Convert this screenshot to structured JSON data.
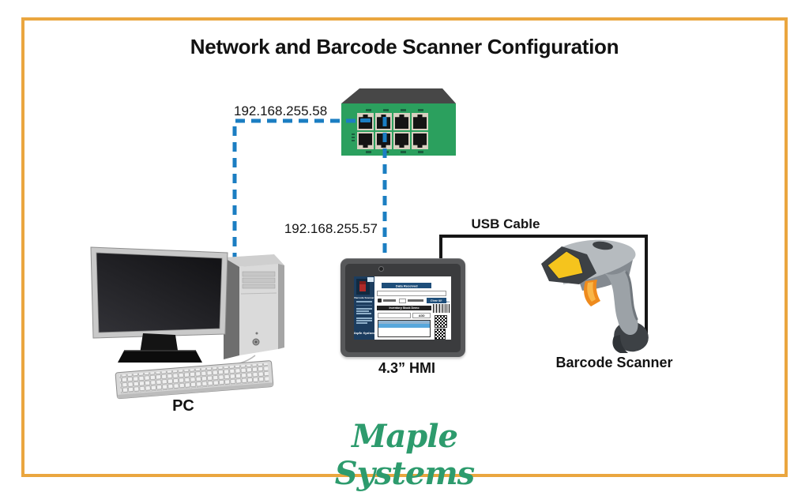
{
  "title": "Network and Barcode Scanner Configuration",
  "connections": {
    "pc_switch_ip": "192.168.255.58",
    "switch_hmi_ip": "192.168.255.57",
    "usb_label": "USB Cable"
  },
  "devices": {
    "network_switch": {
      "ports": 8
    },
    "pc": {
      "label": "PC"
    },
    "hmi": {
      "label": "4.3” HMI",
      "screen": {
        "sidebar_title": "Barcode Scanner",
        "data_received_header": "Data Received",
        "clear_button": "Clear All",
        "inventory_header": "Inventory Stock Demo",
        "add_button": "ADD",
        "samples_label": "Barcode Samples"
      }
    },
    "barcode_scanner": {
      "label": "Barcode Scanner"
    }
  },
  "logo": {
    "text": "Maple Systems"
  },
  "colors": {
    "frame_border": "#EAA63F",
    "ethernet_line": "#1B7EC2",
    "usb_line": "#161616",
    "switch_green": "#2BA05E",
    "logo_green": "#2D9B6D"
  }
}
